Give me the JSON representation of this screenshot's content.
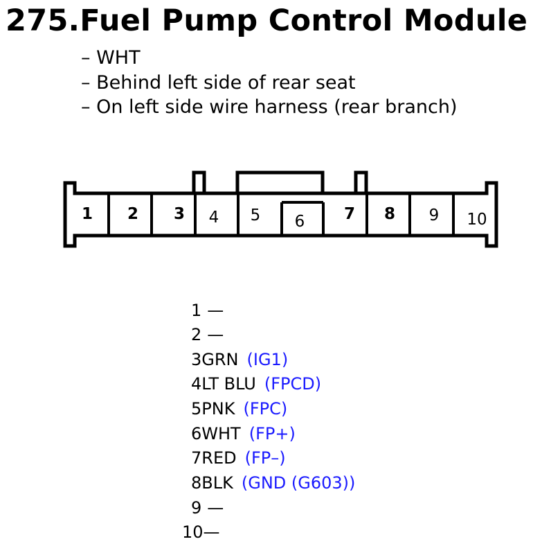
{
  "title": "275.Fuel Pump Control Module",
  "notes": [
    "– WHT",
    "– Behind left side of rear seat",
    "– On left side wire harness (rear branch)"
  ],
  "connector": {
    "cells": [
      {
        "label": "1",
        "bold": true
      },
      {
        "label": "2",
        "bold": true
      },
      {
        "label": "3",
        "bold": true
      },
      {
        "label": "4",
        "bold": false
      },
      {
        "label": "5",
        "bold": false
      },
      {
        "label": "6",
        "bold": false
      },
      {
        "label": "7",
        "bold": true
      },
      {
        "label": "8",
        "bold": true
      },
      {
        "label": "9",
        "bold": false
      },
      {
        "label": "10",
        "bold": false
      }
    ]
  },
  "pins": [
    {
      "num": "1",
      "wire": "",
      "circuit": "",
      "dash": "—"
    },
    {
      "num": "2",
      "wire": "",
      "circuit": "",
      "dash": "—"
    },
    {
      "num": "3",
      "wire": "GRN",
      "circuit": "(IG1)",
      "dash": ""
    },
    {
      "num": "4",
      "wire": "LT BLU",
      "circuit": "(FPCD)",
      "dash": ""
    },
    {
      "num": "5",
      "wire": "PNK",
      "circuit": "(FPC)",
      "dash": ""
    },
    {
      "num": "6",
      "wire": "WHT",
      "circuit": "(FP+)",
      "dash": ""
    },
    {
      "num": "7",
      "wire": "RED",
      "circuit": "(FP–)",
      "dash": ""
    },
    {
      "num": "8",
      "wire": "BLK",
      "circuit": "(GND (G603))",
      "dash": ""
    },
    {
      "num": "9",
      "wire": "",
      "circuit": "",
      "dash": "—"
    },
    {
      "num": "10",
      "wire": "",
      "circuit": "",
      "dash": "—"
    }
  ],
  "colors": {
    "text": "#000000",
    "circuit": "#1a1aff",
    "background": "#ffffff"
  }
}
